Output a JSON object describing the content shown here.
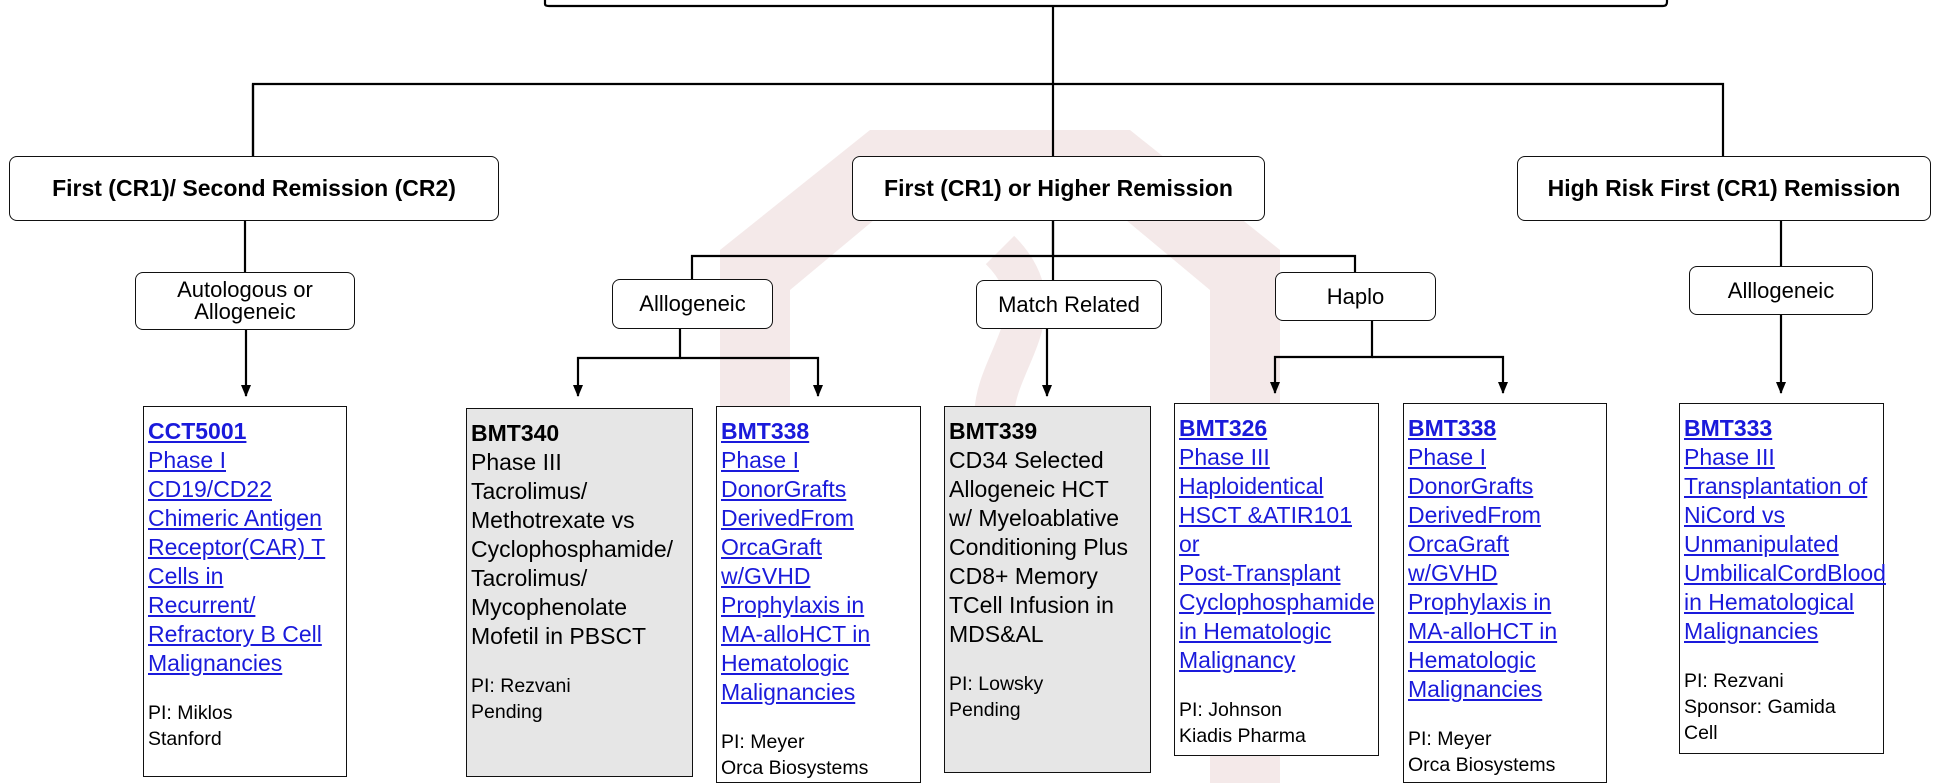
{
  "colors": {
    "link": "#1a1adb",
    "line": "#000000",
    "grey_box": "#e6e6e6",
    "watermark": "#8c1515"
  },
  "headers": {
    "left": "First (CR1)/ Second Remission (CR2)",
    "center": "First (CR1) or Higher Remission",
    "right": "High Risk First (CR1) Remission"
  },
  "subcategories": {
    "autologous": "Autologous or\nAllogeneic",
    "allogeneic_center": "Alllogeneic",
    "match_related": "Match Related",
    "haplo": "Haplo",
    "allogeneic_right": "Alllogeneic"
  },
  "trials": {
    "cct5001": {
      "code": "CCT5001",
      "title": "Phase I\nCD19/CD22\nChimeric Antigen\nReceptor(CAR) T\nCells in\nRecurrent/\nRefractory B Cell\nMalignancies",
      "pi": "PI: Miklos\nStanford"
    },
    "bmt340": {
      "code": "BMT340",
      "title": "Phase III\nTacrolimus/\nMethotrexate vs\nCyclophosphamide/\nTacrolimus/\nMycophenolate\nMofetil in PBSCT",
      "pi": "PI: Rezvani\nPending"
    },
    "bmt338_a": {
      "code": "BMT338",
      "title": "Phase I\nDonorGrafts\nDerivedFrom\nOrcaGraft\nw/GVHD\nProphylaxis in\nMA-alloHCT in\nHematologic\nMalignancies",
      "pi": "PI: Meyer\nOrca Biosystems"
    },
    "bmt339": {
      "code": "BMT339",
      "title": "CD34 Selected\nAllogeneic HCT\nw/ Myeloablative\nConditioning Plus\nCD8+ Memory\nTCell Infusion in\nMDS&AL",
      "pi": "PI: Lowsky\nPending"
    },
    "bmt326": {
      "code": "BMT326",
      "title": "Phase III\nHaploidentical\nHSCT &ATIR101\nor\nPost-Transplant\nCyclophosphamide\nin Hematologic\nMalignancy",
      "pi": "PI: Johnson\nKiadis Pharma"
    },
    "bmt338_b": {
      "code": "BMT338",
      "title": "Phase I\nDonorGrafts\nDerivedFrom\nOrcaGraft\nw/GVHD\nProphylaxis in\nMA-alloHCT in\nHematologic\nMalignancies ",
      "pi": "PI: Meyer\nOrca Biosystems"
    },
    "bmt333": {
      "code": "BMT333",
      "title": "Phase III\nTransplantation of\nNiCord vs\nUnmanipulated\nUmbilicalCordBlood\nin Hematological\nMalignancies",
      "pi": "PI: Rezvani\nSponsor: Gamida\nCell"
    }
  }
}
